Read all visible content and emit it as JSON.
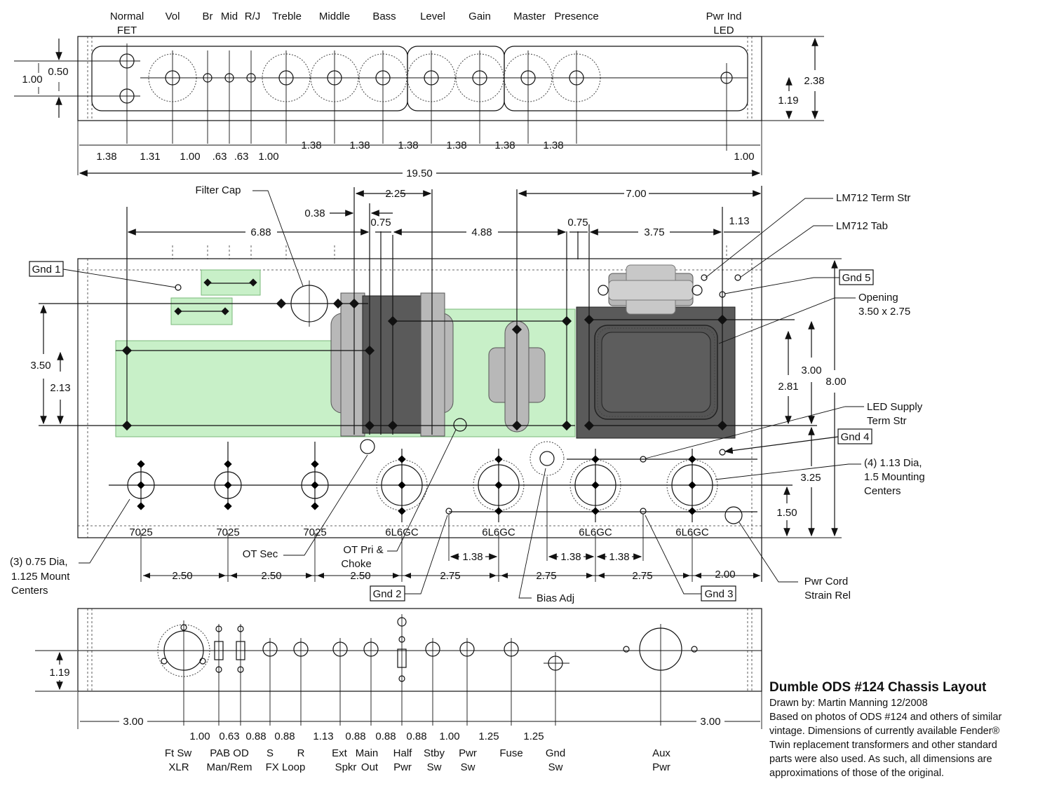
{
  "top_panel": {
    "labels": [
      "Normal",
      "FET",
      "Vol",
      "Br",
      "Mid",
      "R/J",
      "Treble",
      "Middle",
      "Bass",
      "Level",
      "Gain",
      "Master",
      "Presence",
      "Pwr Ind",
      "LED"
    ],
    "dims_left": [
      "1.00",
      "0.50"
    ],
    "dims_right": [
      "2.38",
      "1.19"
    ],
    "spacing": [
      "1.38",
      "1.31",
      "1.00",
      ".63",
      ".63",
      "1.00",
      "1.38",
      "1.38",
      "1.38",
      "1.38",
      "1.38",
      "1.38",
      "1.00"
    ],
    "overall": "19.50"
  },
  "chassis": {
    "callouts": [
      "Filter Cap",
      "LM712 Term Str",
      "LM712 Tab",
      "Gnd 1",
      "Gnd 5",
      "Opening",
      "3.50 x 2.75",
      "LED Supply",
      "Term Str",
      "Gnd 4",
      "(4) 1.13 Dia,",
      "1.5 Mounting",
      "Centers",
      "(3) 0.75 Dia,",
      "1.125 Mount",
      "Centers",
      "OT Sec",
      "OT Pri &",
      "Choke",
      "Gnd 2",
      "Bias Adj",
      "Gnd 3",
      "Pwr Cord",
      "Strain Rel"
    ],
    "top_dims": [
      "2.25",
      "7.00",
      "0.38",
      "0.75",
      "6.88",
      "4.88",
      "0.75",
      "3.75",
      "1.13"
    ],
    "side_dims": [
      "3.50",
      "2.13",
      "3.00",
      "2.81",
      "8.00",
      "3.25",
      "1.50"
    ],
    "tubes": [
      "7025",
      "7025",
      "7025",
      "6L6GC",
      "6L6GC",
      "6L6GC",
      "6L6GC"
    ],
    "bottom_dims": [
      "1.38",
      "1.38",
      "1.38",
      "2.50",
      "2.50",
      "2.50",
      "2.75",
      "2.75",
      "2.75",
      "2.00"
    ]
  },
  "rear_panel": {
    "dim_left": "1.19",
    "spacing": [
      "3.00",
      "1.00",
      "0.63",
      "0.88",
      "0.88",
      "1.13",
      "0.88",
      "0.88",
      "0.88",
      "1.00",
      "1.25",
      "1.25",
      "3.00"
    ],
    "labels": [
      "Ft Sw",
      "XLR",
      "PAB OD",
      "Man/Rem",
      "S",
      "R",
      "FX Loop",
      "Ext",
      "Spkr",
      "Main",
      "Out",
      "Half",
      "Pwr",
      "Stby",
      "Sw",
      "Pwr",
      "Sw",
      "Fuse",
      "Gnd",
      "Sw",
      "Aux",
      "Pwr"
    ]
  },
  "title_block": {
    "title": "Dumble ODS #124 Chassis Layout",
    "drawn_by": "Drawn by: Martin Manning 12/2008",
    "notes": [
      "Based on photos of ODS #124 and others of similar",
      "vintage.  Dimensions of currently available Fender®",
      "Twin replacement transformers and other standard",
      "parts were also used. As such, all dimensions are",
      "approximations of those of the original."
    ]
  }
}
